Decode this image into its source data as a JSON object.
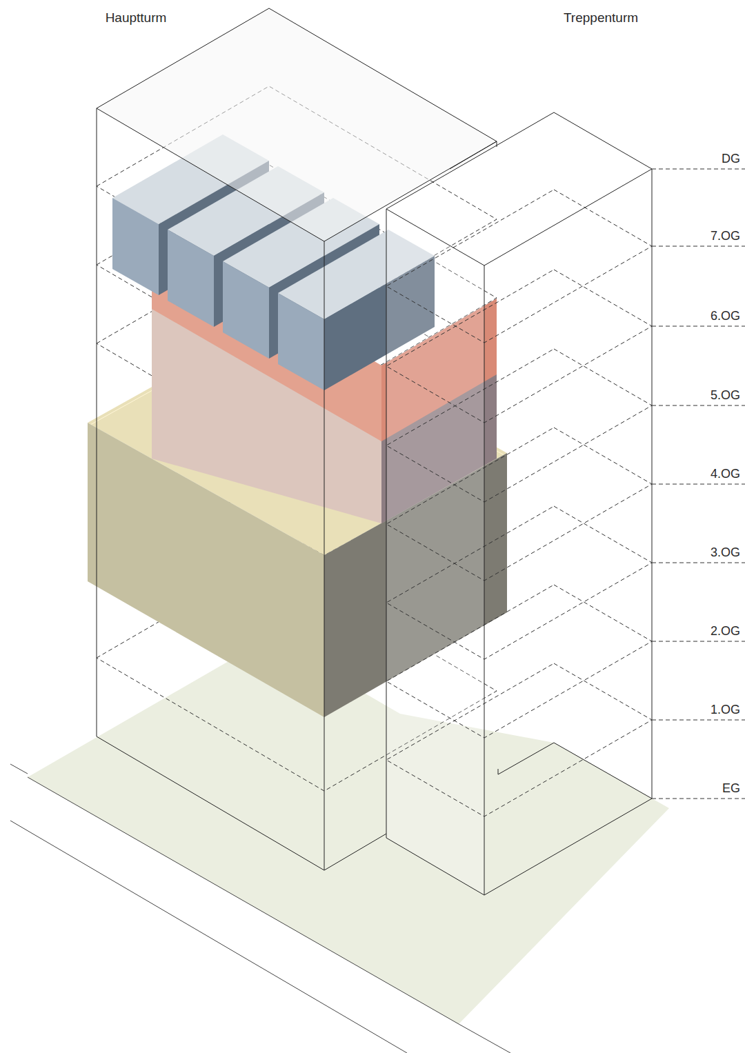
{
  "diagram": {
    "labels": [
      "Hauptturm",
      "Treppenturm",
      "DG",
      "7.OG",
      "6.OG",
      "5.OG",
      "4.OG",
      "3.OG",
      "2.OG",
      "1.OG",
      "EG"
    ]
  }
}
